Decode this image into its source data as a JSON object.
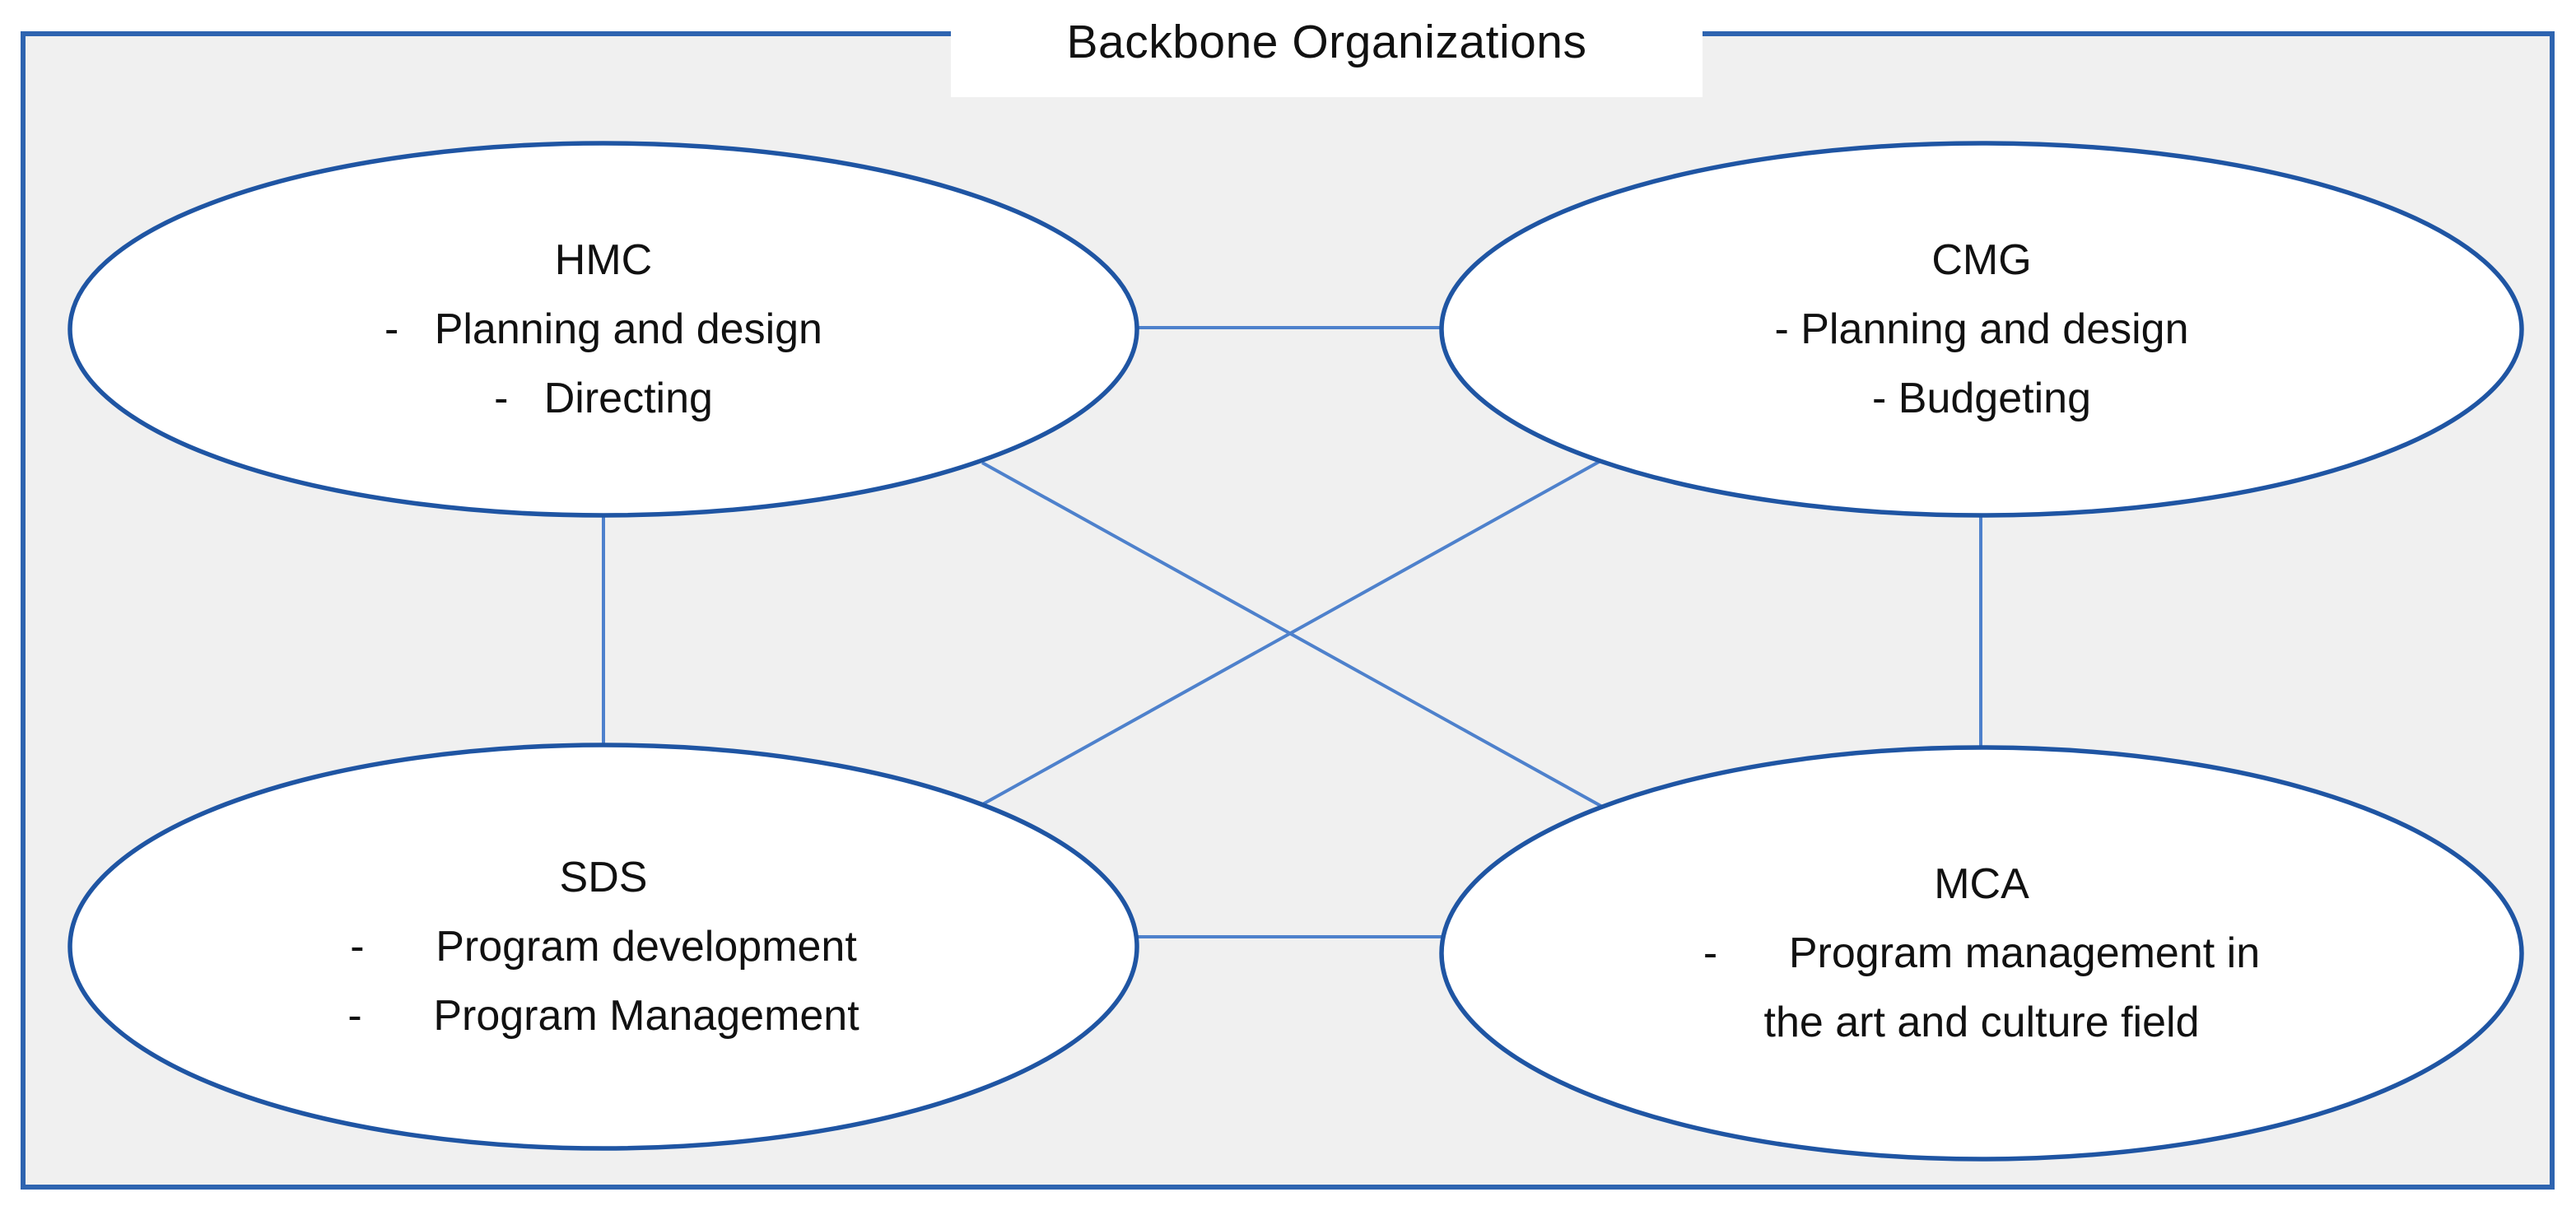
{
  "title": "Backbone Organizations",
  "colors": {
    "frame_border": "#2E64B0",
    "shape_border": "#1F55A3",
    "connector": "#4E81CC",
    "canvas_bg": "#F0F0F0",
    "text": "#111111"
  },
  "nodes": [
    {
      "id": "hmc",
      "name": "HMC",
      "lines": [
        "-   Planning and design",
        "-   Directing"
      ]
    },
    {
      "id": "cmg",
      "name": "CMG",
      "lines": [
        "- Planning and design",
        "- Budgeting"
      ]
    },
    {
      "id": "sds",
      "name": "SDS",
      "lines": [
        "-      Program development",
        "-      Program Management"
      ]
    },
    {
      "id": "mca",
      "name": "MCA",
      "lines": [
        "-      Program management in",
        "the art and culture field"
      ]
    }
  ]
}
